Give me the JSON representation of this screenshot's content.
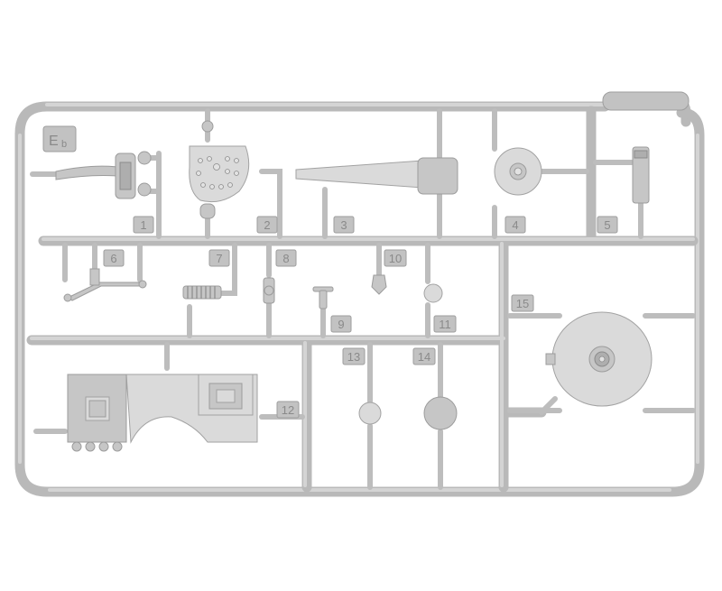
{
  "sprue": {
    "code_letter": "E",
    "code_suffix": "b",
    "part_numbers": [
      "1",
      "2",
      "3",
      "4",
      "5",
      "6",
      "7",
      "8",
      "9",
      "10",
      "11",
      "12",
      "13",
      "14",
      "15"
    ]
  },
  "colors": {
    "background": "#ffffff",
    "plastic": "#c6c6c6",
    "plastic_edge": "#9c9c9c"
  }
}
